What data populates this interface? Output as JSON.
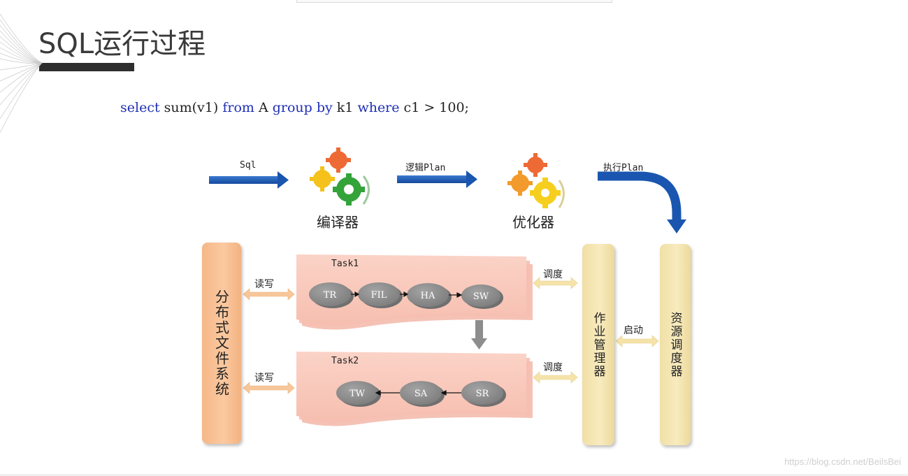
{
  "slide": {
    "title": "SQL运行过程",
    "sql": {
      "kw_select": "select",
      "part_sum": " sum(v1) ",
      "kw_from": "from",
      "part_table": " A ",
      "kw_group_by": "group by",
      "part_key": " k1 ",
      "kw_where": "where",
      "part_cond": " c1 > 100;"
    },
    "watermark": "https://blog.csdn.net/BeilsBei"
  },
  "diagram": {
    "arrows": {
      "sql": "Sql",
      "logical_plan": "逻辑Plan",
      "exec_plan": "执行Plan"
    },
    "compiler_label": "编译器",
    "optimizer_label": "优化器",
    "filesystem_label": "分布式文件系统",
    "job_manager_label": "作业管理器",
    "resource_scheduler_label": "资源调度器",
    "task1": {
      "title": "Task1",
      "rw_label": "读写",
      "schedule_label": "调度",
      "nodes": [
        "TR",
        "FIL",
        "HA",
        "SW"
      ]
    },
    "task2": {
      "title": "Task2",
      "rw_label": "读写",
      "schedule_label": "调度",
      "nodes": [
        "TW",
        "SA",
        "SR"
      ]
    },
    "start_label": "启动",
    "colors": {
      "blue_arrow": "#1a56b0",
      "task_bg": "#f8c8bb",
      "node": "#8e8e8e",
      "filesystem": "#f9c29a",
      "manager": "#f5e7b5",
      "bi_arrow": "#f7c79a"
    }
  }
}
